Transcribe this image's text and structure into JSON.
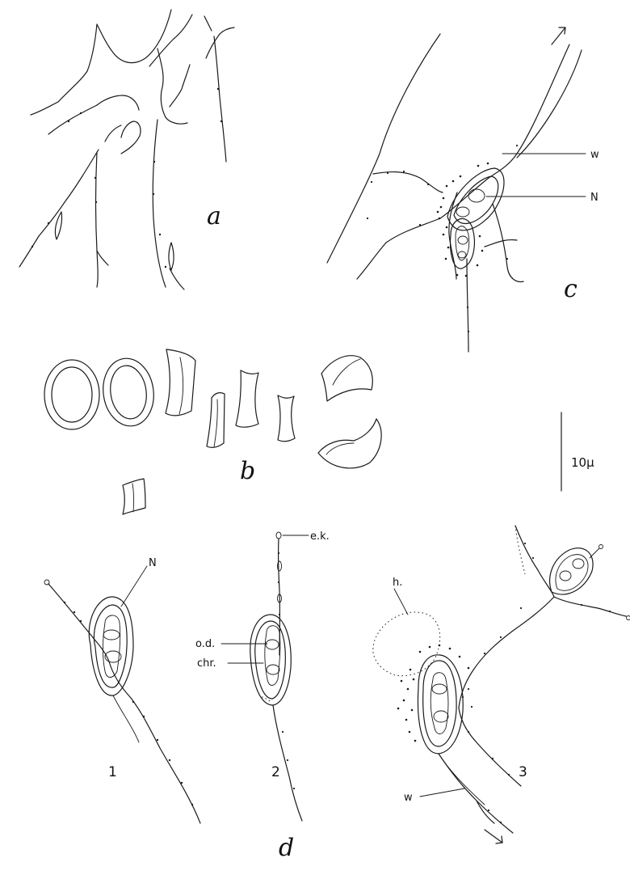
{
  "panels": {
    "a": "a",
    "b": "b",
    "c": "c",
    "d": "d"
  },
  "subfigures": {
    "d1": "1",
    "d2": "2",
    "d3": "3"
  },
  "labels": {
    "c_w": "w",
    "c_n": "N",
    "d1_n": "N",
    "d2_ek": "e.k.",
    "d2_od": "o.d.",
    "d2_chr": "chr.",
    "d3_h": "h.",
    "d3_w": "w"
  },
  "scale_bar": {
    "label": "10μ"
  }
}
